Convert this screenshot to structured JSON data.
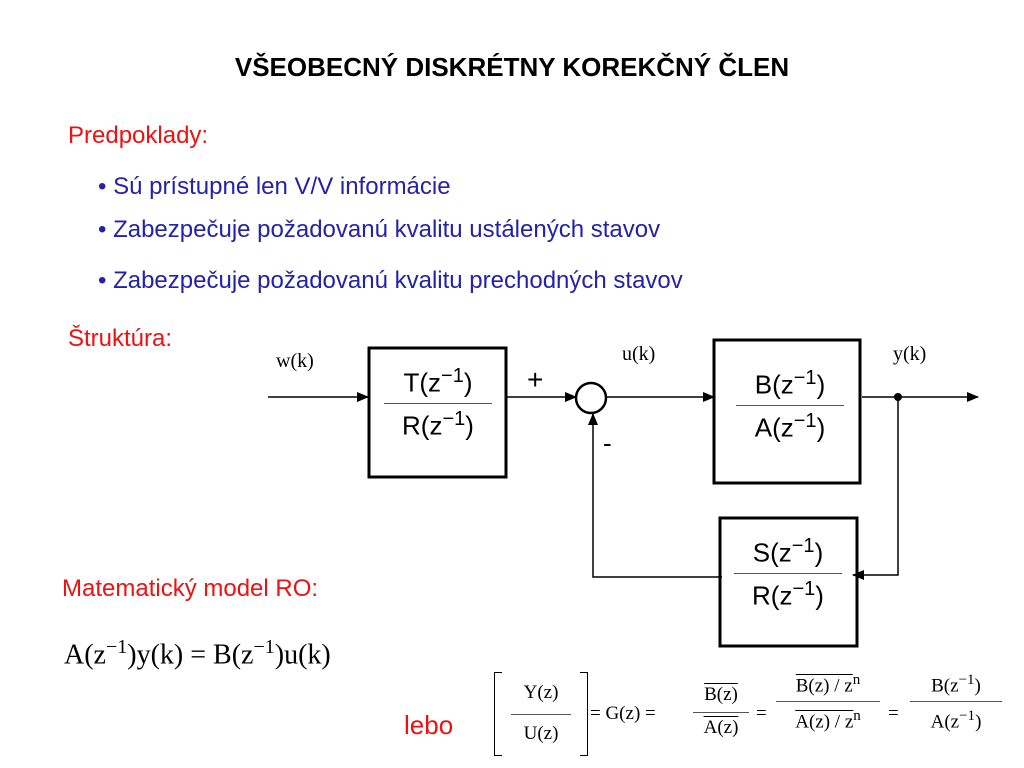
{
  "title": "VŠEOBECNÝ DISKRÉTNY KOREKČNÝ ČLEN",
  "assumptions_heading": "Predpoklady:",
  "bullets": [
    "• Sú prístupné len V/V informácie",
    "• Zabezpečuje požadovanú kvalitu ustálených stavov",
    "• Zabezpečuje požadovanú kvalitu prechodných stavov"
  ],
  "structure_heading": "Štruktúra:",
  "diagram": {
    "input_label": "w(k)",
    "control_label": "u(k)",
    "output_label": "y(k)",
    "plus_sign": "+",
    "minus_sign": "-",
    "block_T": {
      "num": "T(z",
      "den": "R(z",
      "exp": "−1",
      "close": ")"
    },
    "block_B": {
      "num": "B(z",
      "den": "A(z",
      "exp": "−1",
      "close": ")"
    },
    "block_S": {
      "num": "S(z",
      "den": "R(z",
      "exp": "−1",
      "close": ")"
    }
  },
  "model_heading": "Matematický model RO:",
  "model_eq": {
    "p1": "A(z",
    "exp1": "−1",
    "p2": ")y(k) = B(z",
    "exp2": "−1",
    "p3": ")u(k)"
  },
  "lebo": "lebo",
  "transfer": {
    "yz": "Y(z)",
    "uz": "U(z)",
    "eq1": "= G(z) =",
    "bz": "B(z)",
    "az": "A(z)",
    "eq2": "=",
    "bzn": "B(z) / z",
    "azn": "A(z) / z",
    "n": "n",
    "eq3": "=",
    "bz1": "B(z",
    "az1": "A(z",
    "exp": "−1",
    "close": ")"
  }
}
